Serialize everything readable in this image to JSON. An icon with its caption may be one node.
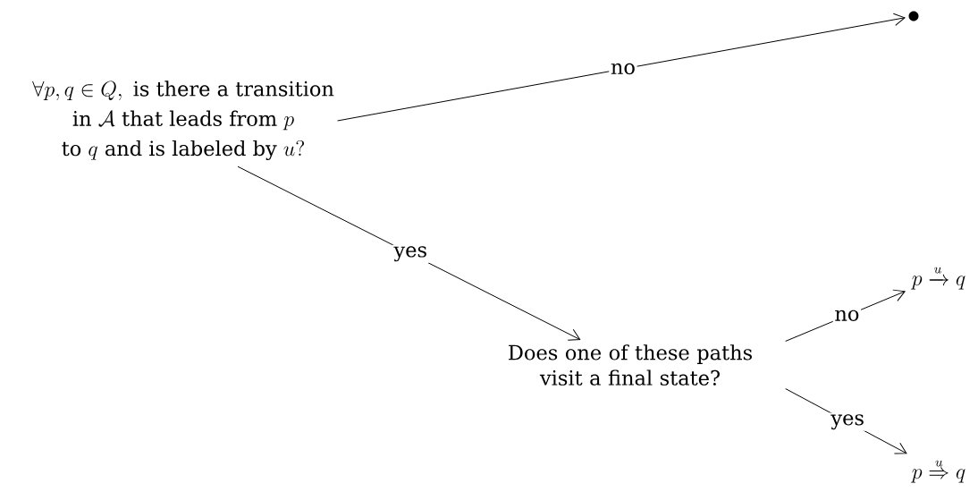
{
  "diagram": {
    "nodes": [
      {
        "text": [
          "\\begin{gathered}\\forall p,q\\in Q,\\text{ is there a transition}\\\\ \\text{in }\\mathcal{A}\\text{ that leads from }p\\\\ \\text{to }q\\text{ and is labeled by }u?\\end{gathered}"
        ]
      },
      {
        "text": [
          "Does one of these paths visit a final state?"
        ]
      },
      {
        "text": [
          "p \\xrightarrow{u} q"
        ]
      },
      {
        "text": [
          "p \\overset{u}{\\Rightarrow} q"
        ]
      },
      {
        "text": [],
        "shape": "circle"
      }
    ],
    "edges": [
      {
        "from": 0,
        "to": 4,
        "arrow": "to",
        "label": "no"
      },
      {
        "from": 0,
        "to": 1,
        "arrow": "to",
        "label": "yes"
      },
      {
        "from": 1,
        "to": 2,
        "arrow": "to",
        "label": "no"
      },
      {
        "from": 1,
        "to": 3,
        "arrow": "to",
        "label": "yes"
      }
    ]
  }
}
